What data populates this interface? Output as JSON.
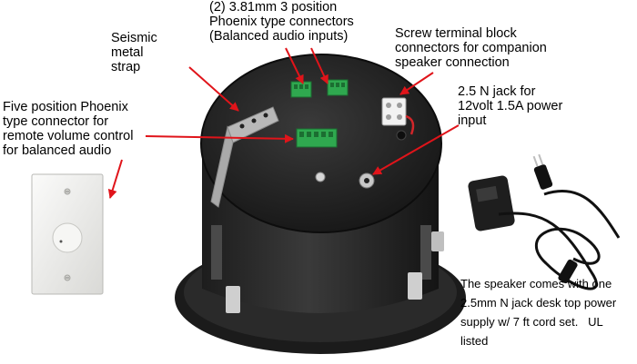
{
  "labels": {
    "seismic_strap": "Seismic\nmetal\nstrap",
    "phoenix_3pos": "(2) 3.81mm 3 position\nPhoenix type connectors\n(Balanced audio inputs)",
    "screw_terminal": "Screw terminal block\nconnectors for companion\nspeaker connection",
    "jack_2_5n": "2.5 N jack for\n12volt 1.5A power\ninput",
    "phoenix_5pos": "Five position Phoenix\ntype connector for\nremote volume control\nfor balanced audio",
    "power_supply_note": "The speaker comes with one\n2.5mm N jack desk top power\nsupply w/ 7 ft cord set.   UL\nlisted"
  },
  "colors": {
    "arrow": "#e0141a",
    "can_body": "#2b2b2b",
    "baffle_top": "#1a1a1a",
    "connector_green": "#2fa84f",
    "wall_plate": "#f3f3f1"
  }
}
